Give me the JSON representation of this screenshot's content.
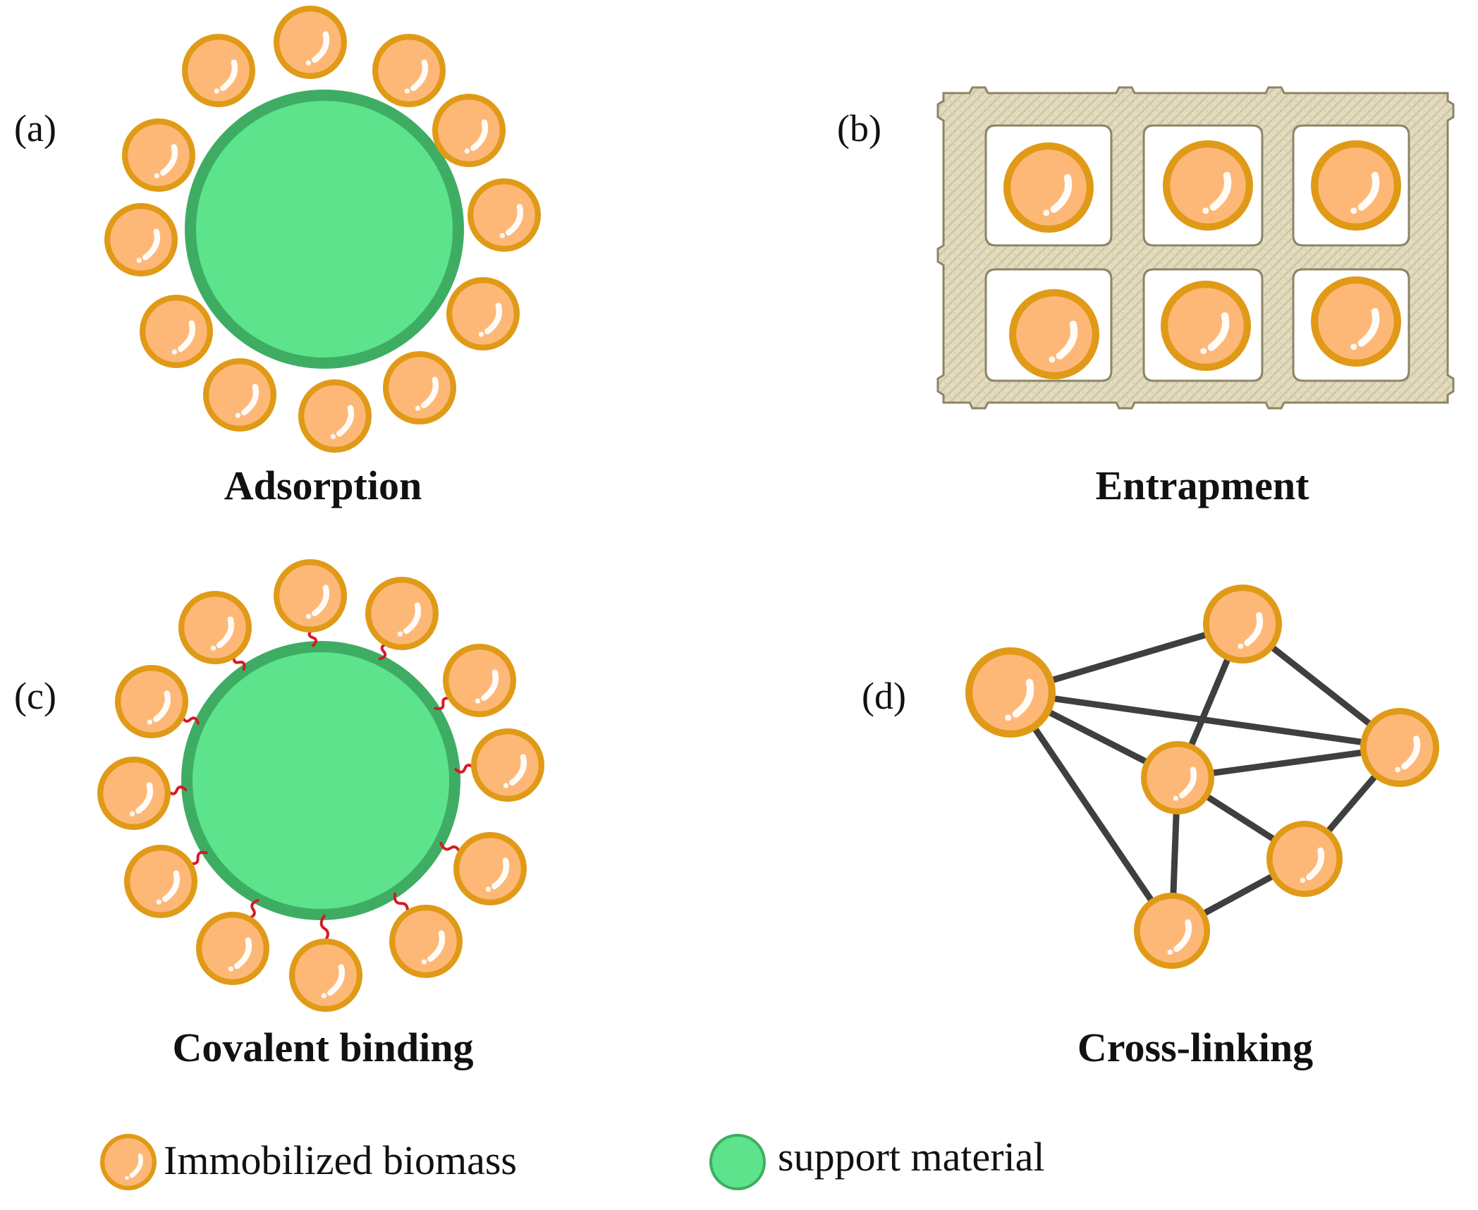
{
  "panels": [
    {
      "letter": "(a)",
      "caption": "Adsorption"
    },
    {
      "letter": "(b)",
      "caption": "Entrapment"
    },
    {
      "letter": "(c)",
      "caption": "Covalent binding"
    },
    {
      "letter": "(d)",
      "caption": "Cross-linking"
    }
  ],
  "legend": {
    "biomass": "Immobilized biomass",
    "support": "support material"
  },
  "colors": {
    "biomass_fill": "#fdb878",
    "biomass_ring": "#e09a17",
    "support_fill": "#5ce38b",
    "support_ring": "#3ead63",
    "matrix_fill": "#e3dcc0",
    "matrix_stroke": "#8c8566",
    "linker": "#d51a25",
    "crosslink": "#3f3f3f"
  },
  "icons": [
    "biomass-cell-icon",
    "support-material-icon",
    "gel-matrix-icon",
    "covalent-linker-icon",
    "crosslink-bond-icon"
  ]
}
